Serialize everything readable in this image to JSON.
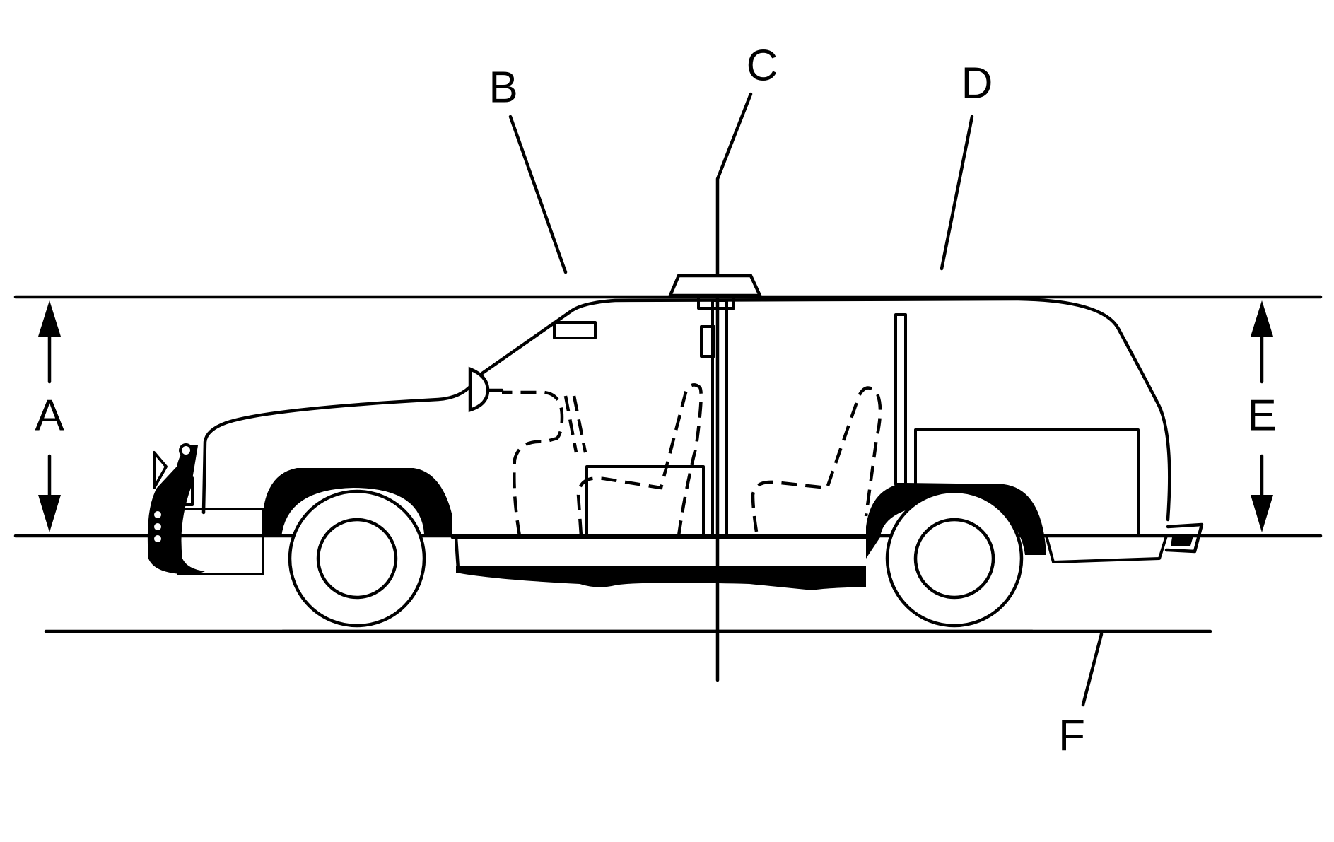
{
  "diagram": {
    "callouts": {
      "a": "A",
      "b": "B",
      "c": "C",
      "d": "D",
      "e": "E",
      "f": "F"
    }
  }
}
